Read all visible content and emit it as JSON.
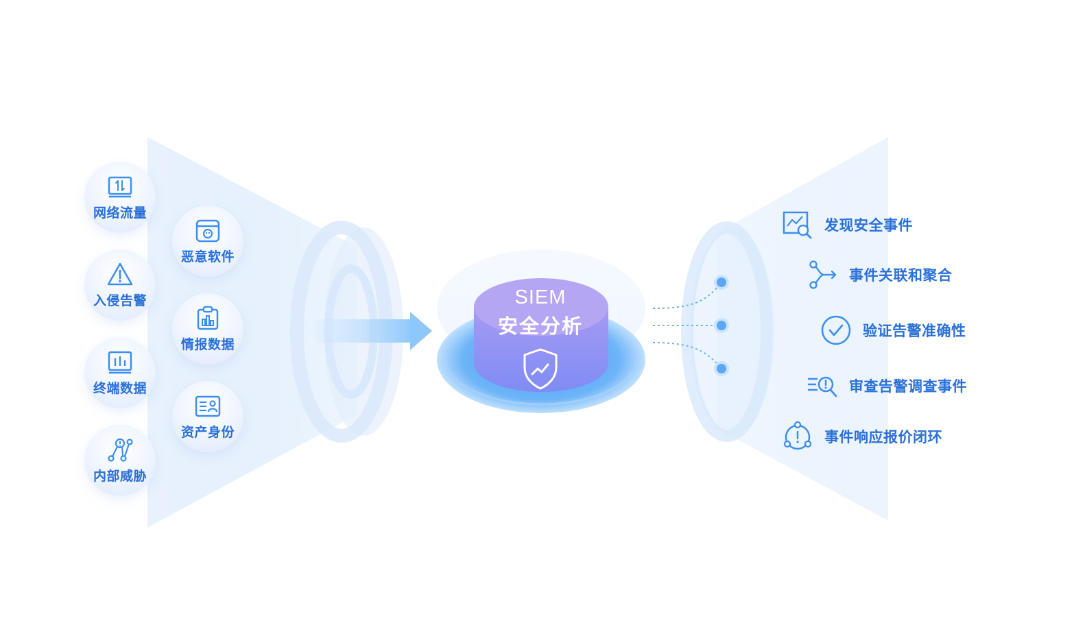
{
  "center": {
    "title": "SIEM",
    "subtitle": "安全分析",
    "icon": "shield-chart-icon"
  },
  "inputs": [
    {
      "label": "网络流量",
      "icon": "network-traffic-icon"
    },
    {
      "label": "恶意软件",
      "icon": "malware-icon"
    },
    {
      "label": "入侵告警",
      "icon": "warning-icon"
    },
    {
      "label": "情报数据",
      "icon": "intelligence-icon"
    },
    {
      "label": "终端数据",
      "icon": "endpoint-chart-icon"
    },
    {
      "label": "资产身份",
      "icon": "asset-id-card-icon"
    },
    {
      "label": "内部威胁",
      "icon": "internal-threat-icon"
    }
  ],
  "outputs": [
    {
      "label": "发现安全事件",
      "icon": "chart-search-icon"
    },
    {
      "label": "事件关联和聚合",
      "icon": "merge-arrow-icon"
    },
    {
      "label": "验证告警准确性",
      "icon": "check-circle-icon"
    },
    {
      "label": "审查告警调查事件",
      "icon": "list-alert-search-icon"
    },
    {
      "label": "事件响应报价闭环",
      "icon": "alert-loop-icon"
    }
  ],
  "colors": {
    "accent": "#2a70d8",
    "icon": "#3b8ef0",
    "cylinder_top": "#b9aaf6",
    "cylinder_body": "#8f8cf2",
    "disc": "#6aaef5"
  }
}
